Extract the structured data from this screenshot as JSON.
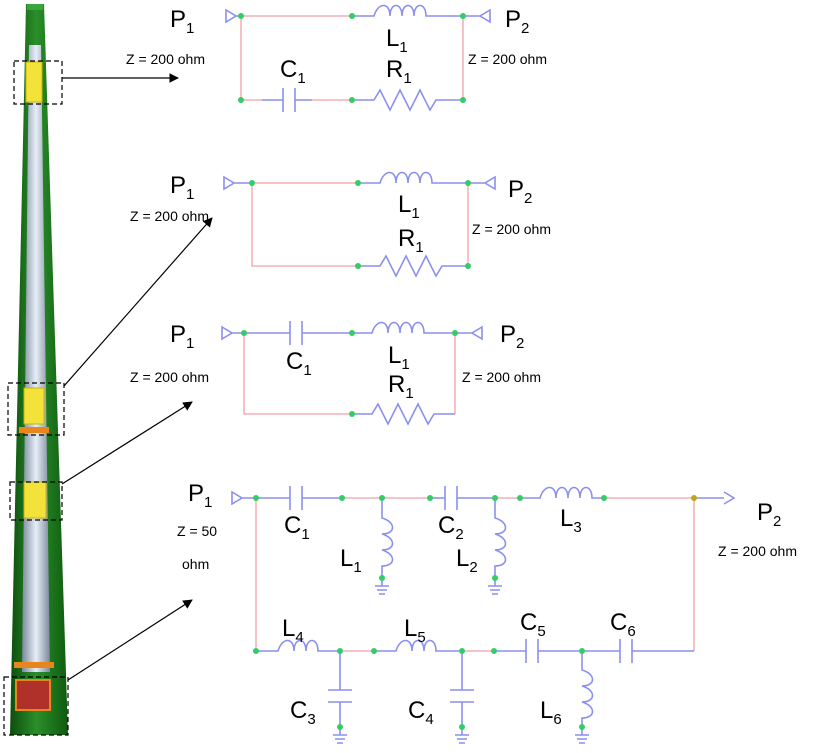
{
  "circuits": [
    {
      "port_left": {
        "label": "P",
        "sub": "1",
        "impedance": "Z = 200 ohm"
      },
      "port_right": {
        "label": "P",
        "sub": "2",
        "impedance": "Z = 200 ohm"
      },
      "components": [
        {
          "label": "C",
          "sub": "1"
        },
        {
          "label": "L",
          "sub": "1"
        },
        {
          "label": "R",
          "sub": "1"
        }
      ]
    },
    {
      "port_left": {
        "label": "P",
        "sub": "1",
        "impedance": "Z = 200 ohm"
      },
      "port_right": {
        "label": "P",
        "sub": "2",
        "impedance": "Z = 200 ohm"
      },
      "components": [
        {
          "label": "L",
          "sub": "1"
        },
        {
          "label": "R",
          "sub": "1"
        }
      ]
    },
    {
      "port_left": {
        "label": "P",
        "sub": "1",
        "impedance": "Z = 200 ohm"
      },
      "port_right": {
        "label": "P",
        "sub": "2",
        "impedance": "Z = 200 ohm"
      },
      "components": [
        {
          "label": "C",
          "sub": "1"
        },
        {
          "label": "L",
          "sub": "1"
        },
        {
          "label": "R",
          "sub": "1"
        }
      ]
    },
    {
      "port_left": {
        "label": "P",
        "sub": "1",
        "impedance_line1": "Z = 50",
        "impedance_line2": "ohm"
      },
      "port_right": {
        "label": "P",
        "sub": "2",
        "impedance": "Z = 200 ohm"
      },
      "components": [
        {
          "label": "C",
          "sub": "1"
        },
        {
          "label": "L",
          "sub": "1"
        },
        {
          "label": "C",
          "sub": "2"
        },
        {
          "label": "L",
          "sub": "2"
        },
        {
          "label": "L",
          "sub": "3"
        },
        {
          "label": "L",
          "sub": "4"
        },
        {
          "label": "C",
          "sub": "3"
        },
        {
          "label": "L",
          "sub": "5"
        },
        {
          "label": "C",
          "sub": "4"
        },
        {
          "label": "C",
          "sub": "5"
        },
        {
          "label": "L",
          "sub": "6"
        },
        {
          "label": "C",
          "sub": "6"
        }
      ]
    }
  ],
  "colors": {
    "wire": "#f0a0a8",
    "component": "#8a90ee",
    "node": "#33cc66",
    "antenna_green": "#1e7a1e",
    "antenna_core": "#a8b8cc",
    "feed_yellow": "#f2e23a",
    "feed_orange": "#e8861c",
    "base_red": "#b0302a"
  }
}
